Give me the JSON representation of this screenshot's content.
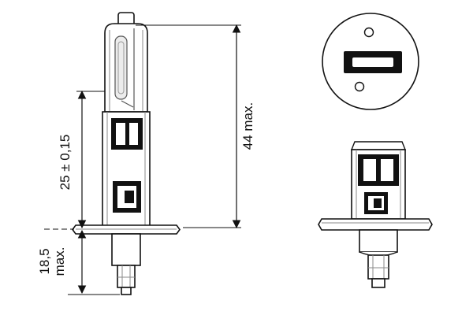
{
  "labels": {
    "dim_25": "25 ± 0,15",
    "dim_18_5_line1": "18,5",
    "dim_18_5_line2": "max.",
    "dim_44": "44 max."
  }
}
